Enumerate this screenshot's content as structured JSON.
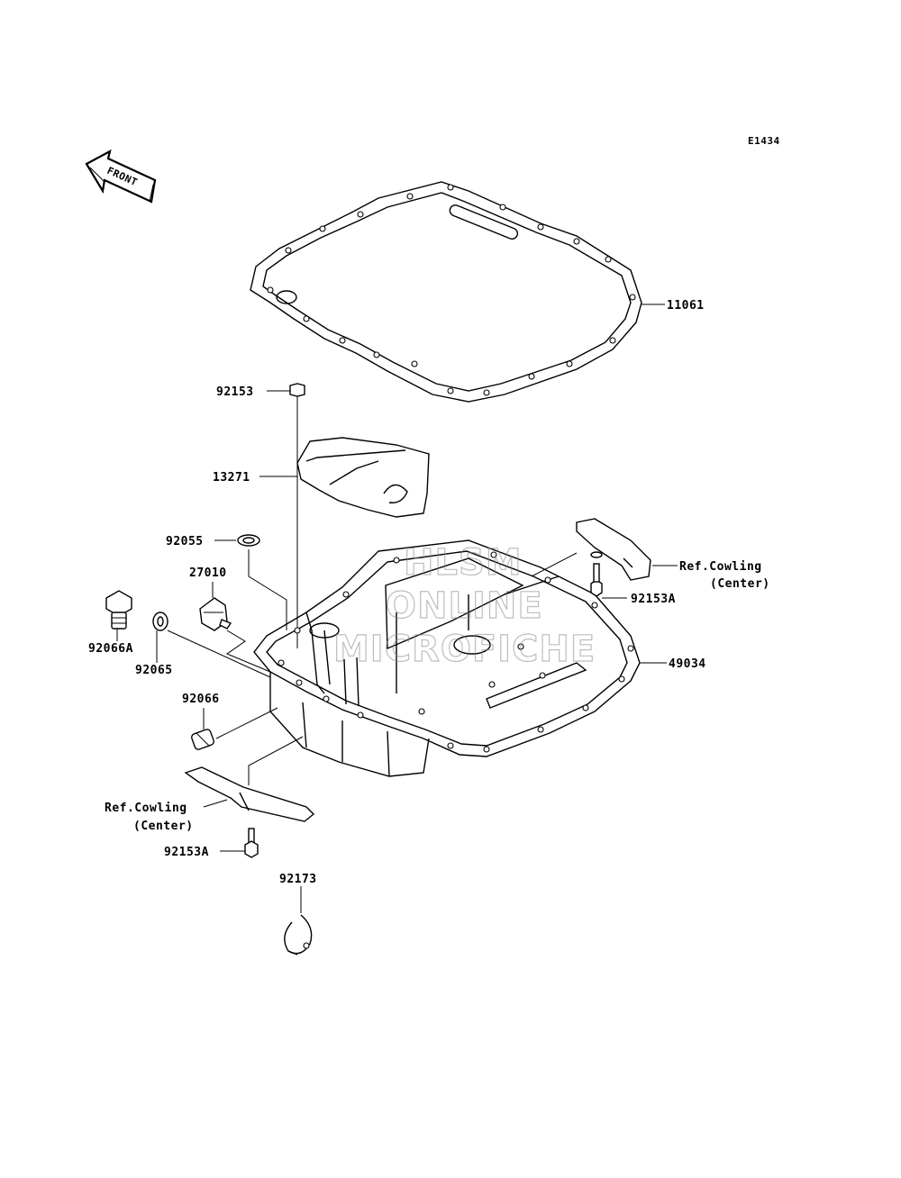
{
  "diagram_code": "E1434",
  "front_arrow_label": "FRONT",
  "watermark": {
    "line1": "HLSM",
    "line2": "ONLINE",
    "line3": "MICROFICHE"
  },
  "callouts": {
    "c11061": "11061",
    "c92153": "92153",
    "c13271": "13271",
    "c92055": "92055",
    "c27010": "27010",
    "c92066A": "92066A",
    "c92065": "92065",
    "c92066": "92066",
    "c49034": "49034",
    "c92153A_right": "92153A",
    "c92153A_left": "92153A",
    "c92173": "92173",
    "ref_cowling_right_1": "Ref.Cowling",
    "ref_cowling_right_2": "(Center)",
    "ref_cowling_left_1": "Ref.Cowling",
    "ref_cowling_left_2": "(Center)"
  }
}
